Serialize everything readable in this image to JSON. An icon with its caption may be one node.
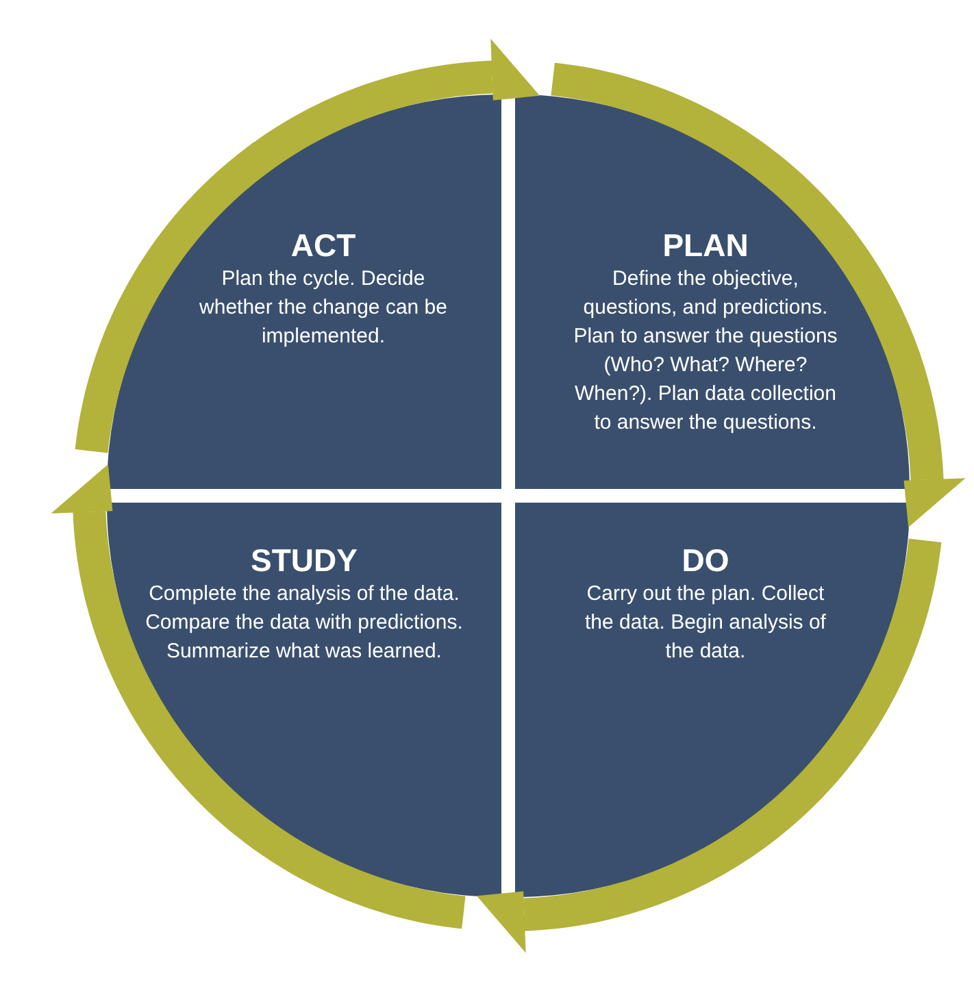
{
  "diagram": {
    "nodes": [
      {
        "text": [
          "ACT",
          "Plan the cycle. Decide whether the change can be implemented."
        ]
      },
      {
        "text": [
          "PLAN",
          "Define the objective, questions, and predictions. Plan to answer the questions (Who? What? Where? When?). Plan data collection to answer the questions."
        ]
      },
      {
        "text": [
          "STUDY",
          "Complete the analysis of the data. Compare the data with predictions. Summarize what was learned."
        ]
      },
      {
        "text": [
          "DO",
          "Carry out the plan. Collect the data. Begin analysis of the data."
        ]
      }
    ],
    "edges": [
      {
        "from": 0,
        "to": 1,
        "arrow": "to"
      },
      {
        "from": 1,
        "to": 3,
        "arrow": "to"
      },
      {
        "from": 3,
        "to": 2,
        "arrow": "to"
      },
      {
        "from": 2,
        "to": 0,
        "arrow": "to"
      }
    ]
  }
}
